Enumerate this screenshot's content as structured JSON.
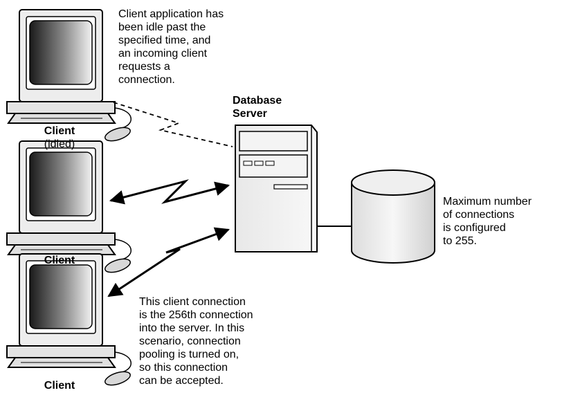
{
  "annotations": {
    "idle_note": [
      "Client application has",
      "been idle past the",
      "specified time, and",
      "an incoming client",
      "requests a",
      "connection."
    ],
    "max_note": [
      "Maximum number",
      "of connections",
      "is configured",
      "to 255."
    ],
    "new_conn_note": [
      "This client connection",
      "is the 256th connection",
      "into the server. In this",
      "scenario, connection",
      "pooling is turned on,",
      "so this connection",
      "can be accepted."
    ]
  },
  "server": {
    "label_line1": "Database",
    "label_line2": "Server"
  },
  "clients": [
    {
      "label": "Client",
      "sublabel": "(idled)"
    },
    {
      "label": "Client"
    },
    {
      "label": "Client"
    }
  ],
  "colors": {
    "stroke": "#000000",
    "device_fill": "#ededed",
    "screen_dark": "#1a1a1a",
    "screen_light": "#f2f2f2"
  }
}
